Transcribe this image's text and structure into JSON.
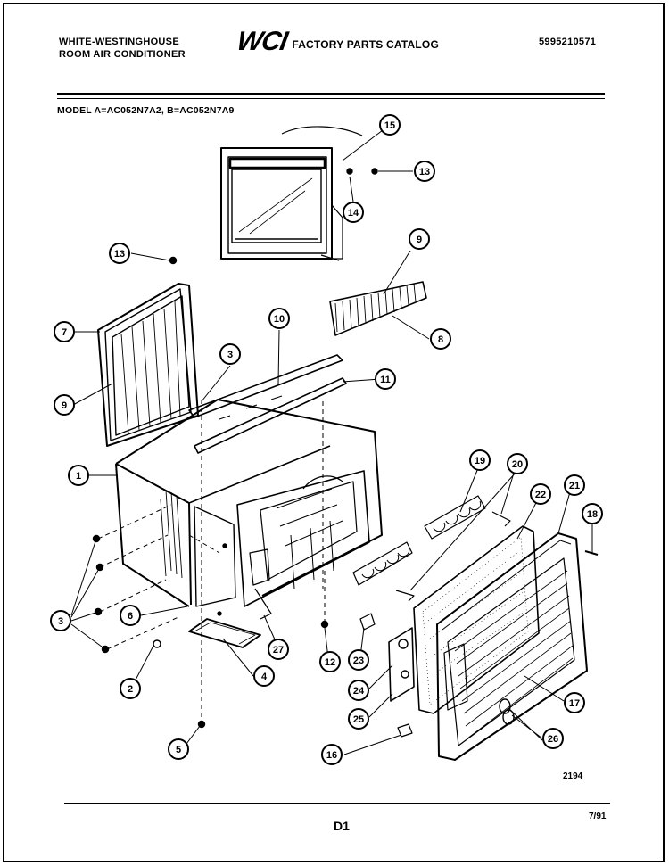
{
  "header": {
    "brand_line1": "WHITE-WESTINGHOUSE",
    "brand_line2": "ROOM AIR CONDITIONER",
    "logo_text": "WCI",
    "catalog_title": "FACTORY PARTS CATALOG",
    "catalog_number": "5995210571",
    "model_line": "MODEL A=AC052N7A2, B=AC052N7A9"
  },
  "footer": {
    "figure_number": "2194",
    "page_id": "D1",
    "date": "7/91"
  },
  "callouts": [
    "1",
    "2",
    "3",
    "4",
    "5",
    "6",
    "7",
    "8",
    "9",
    "10",
    "11",
    "12",
    "13",
    "14",
    "15",
    "16",
    "17",
    "18",
    "19",
    "20",
    "21",
    "22",
    "23",
    "24",
    "25",
    "26",
    "27"
  ]
}
